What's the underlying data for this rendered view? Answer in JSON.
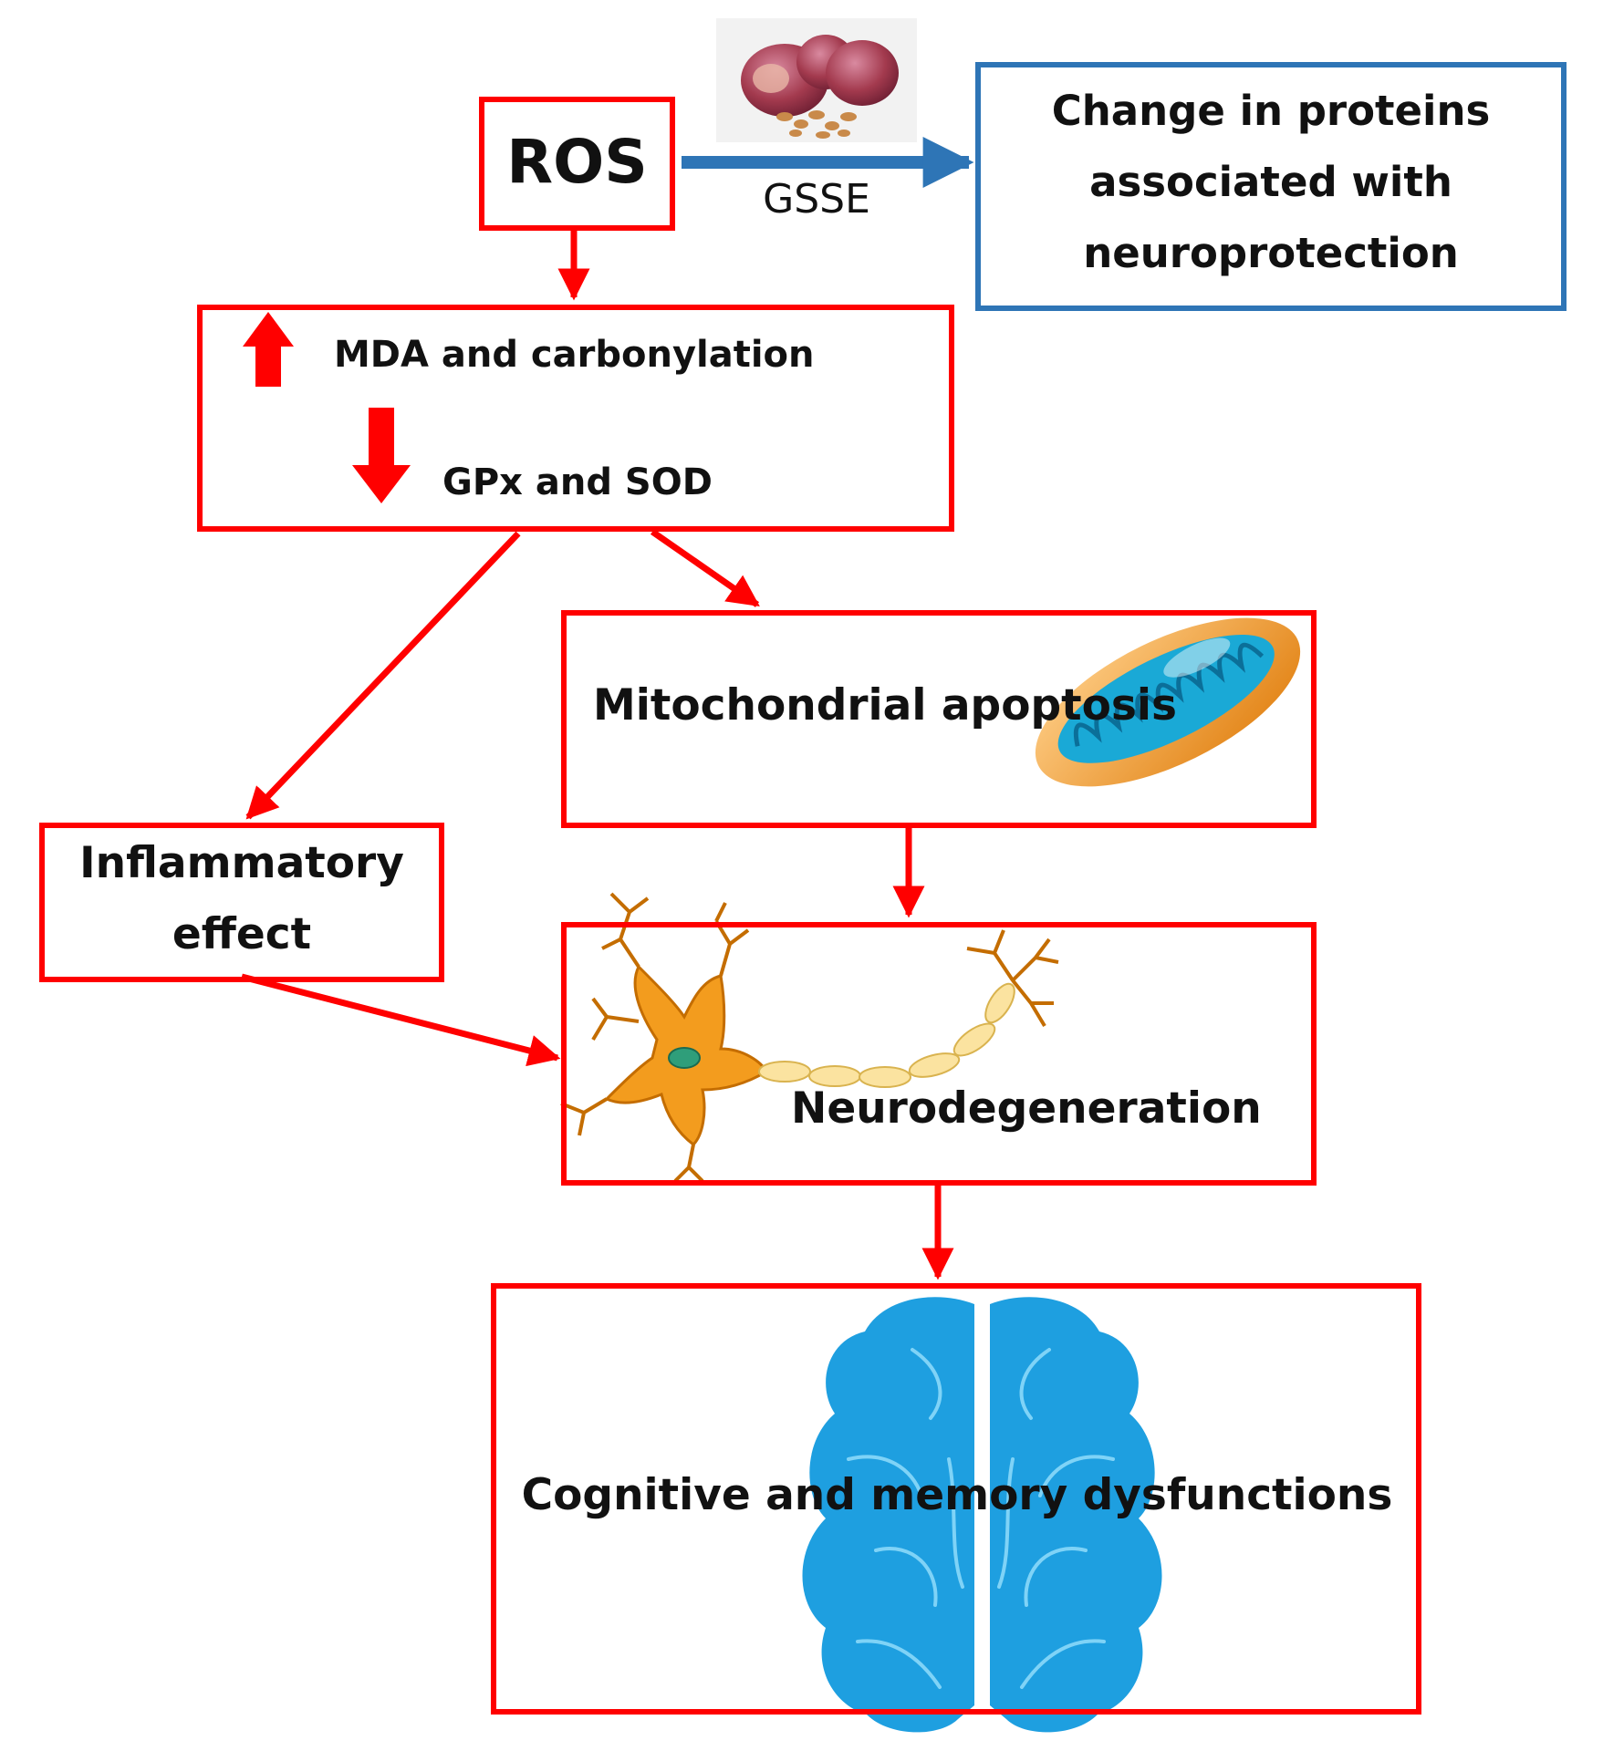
{
  "colors": {
    "box_border": "#ff0000",
    "protection_border": "#2e75b6",
    "arrow_red": "#ff0000",
    "arrow_blue": "#2e75b6",
    "brain": "#1e9fe0",
    "neuron_body": "#f39c1e",
    "axon": "#fbe3a0",
    "mitochondria_outer": "#f39c1e",
    "mitochondria_inner": "#1aa9d6",
    "grape": "#a33a4e"
  },
  "nodes": {
    "ros": {
      "label": "ROS"
    },
    "protection": {
      "line1": "Change in proteins",
      "line2": "associated with",
      "line3": "neuroprotection"
    },
    "treatment": {
      "label": "GSSE",
      "icon": "grape-seed-icon"
    },
    "oxidative": {
      "line1": "MDA and carbonylation",
      "line2": "GPx and SOD",
      "up_icon": "up-arrow-icon",
      "down_icon": "down-arrow-icon"
    },
    "mito": {
      "label": "Mitochondrial apoptosis",
      "icon": "mitochondria-icon"
    },
    "inflam": {
      "line1": "Inflammatory",
      "line2": "effect"
    },
    "neuro": {
      "label": "Neurodegeneration",
      "icon": "neuron-icon"
    },
    "cog": {
      "label": "Cognitive and memory dysfunctions",
      "icon": "brain-icon"
    }
  }
}
